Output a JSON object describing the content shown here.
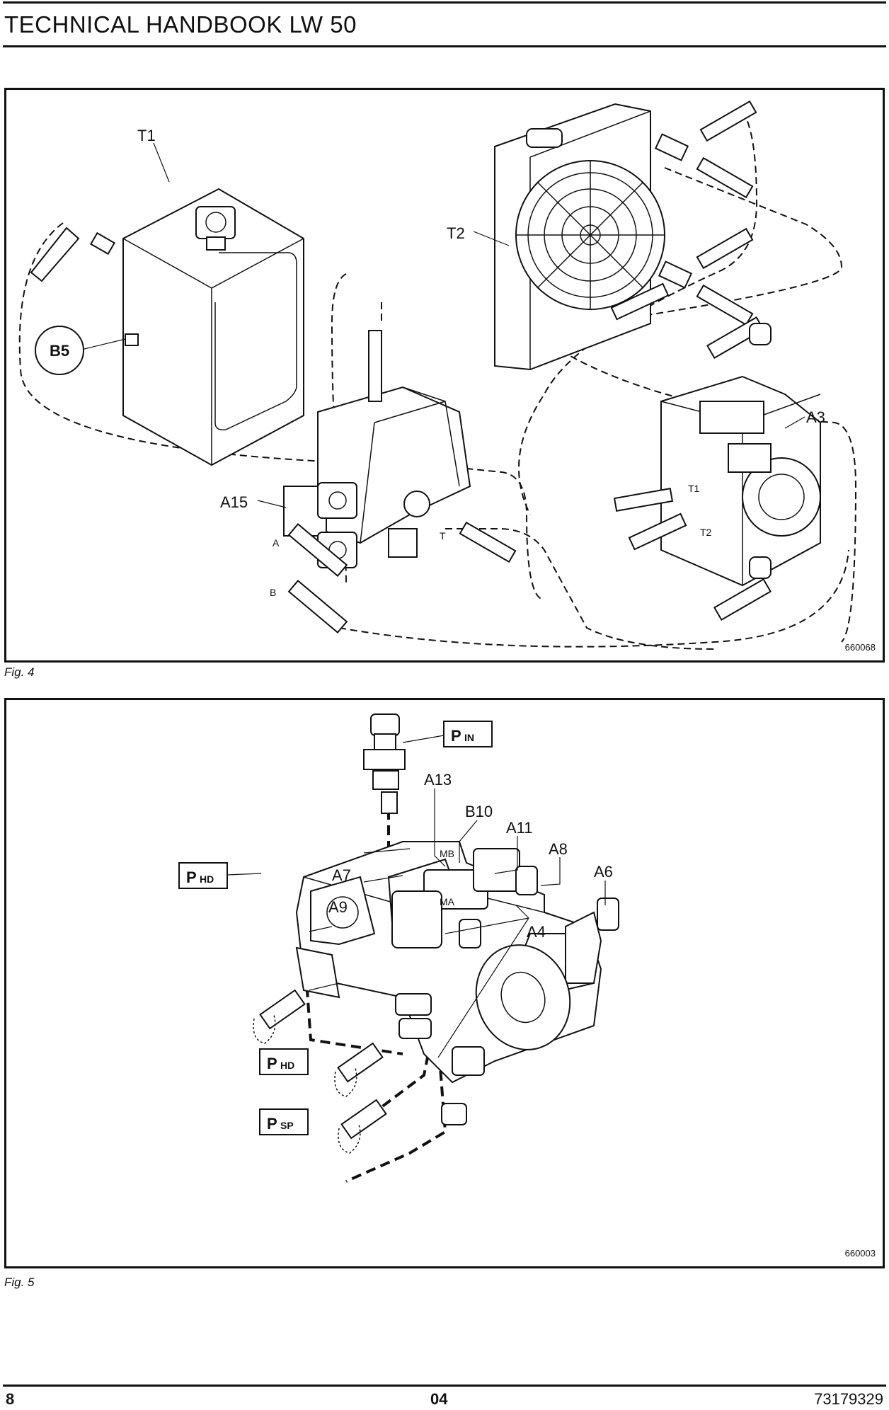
{
  "header": {
    "title": "TECHNICAL HANDBOOK LW 50"
  },
  "figure4": {
    "caption": "Fig. 4",
    "code": "660068",
    "labels": {
      "t1": "T1",
      "t2": "T2",
      "b5": "B5",
      "a3": "A3",
      "a15": "A15",
      "a": "A",
      "b": "B",
      "t": "T",
      "t1small": "T1",
      "t2small": "T2"
    }
  },
  "figure5": {
    "caption": "Fig. 5",
    "code": "660003",
    "labels": {
      "a13": "A13",
      "b10": "B10",
      "a11": "A11",
      "a8": "A8",
      "a6": "A6",
      "a7": "A7",
      "a9": "A9",
      "a4": "A4",
      "mb": "MB",
      "ma": "MA"
    },
    "ports": [
      {
        "main": "P",
        "sub": "IN"
      },
      {
        "main": "P",
        "sub": "HD"
      },
      {
        "main": "P",
        "sub": "HD"
      },
      {
        "main": "P",
        "sub": "SP"
      }
    ]
  },
  "footer": {
    "page": "8",
    "section": "04",
    "doc": "73179329"
  }
}
